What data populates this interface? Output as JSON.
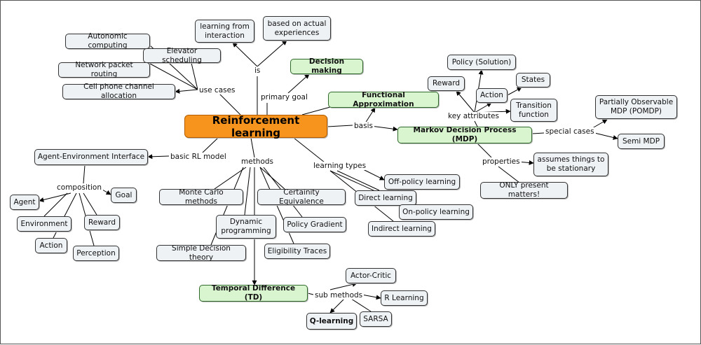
{
  "root": "Reinforcement learning",
  "nodes": {
    "learning_from_interaction": "learning from interaction",
    "based_on_actual_experiences": "based on actual experiences",
    "autonomic_computing": "Autonomic computing",
    "elevator_scheduling": "Elevator scheduling",
    "network_packet_routing": "Network packet routing",
    "cell_phone_channel_allocation": "Cell phone channel allocation",
    "decision_making": "Decision making",
    "functional_approximation": "Functional Approximation",
    "policy_solution": "Policy (Solution)",
    "reward_mdp": "Reward",
    "action_mdp": "Action",
    "states": "States",
    "transition_function": "Transition function",
    "pomdp": "Partially Observable MDP (POMDP)",
    "mdp": "Markov Decision Process (MDP)",
    "semi_mdp": "Semi MDP",
    "assumes_stationary": "assumes things to be stationary",
    "only_present": "ONLY present matters!",
    "agent_env_interface": "Agent-Environment Interface",
    "agent": "Agent",
    "goal": "Goal",
    "environment": "Environment",
    "reward_ae": "Reward",
    "action_ae": "Action",
    "perception": "Perception",
    "monte_carlo": "Monte Carlo methods",
    "dynamic_programming": "Dynamic programming",
    "simple_decision_theory": "Simple Decision theory",
    "certainty_equivalence": "Certainity Equivalence",
    "policy_gradient": "Policy Gradient",
    "eligibility_traces": "Eligibility Traces",
    "off_policy": "Off-policy learning",
    "direct_learning": "Direct learning",
    "on_policy": "On-policy learning",
    "indirect_learning": "Indirect learning",
    "temporal_difference": "Temporal Difference (TD)",
    "actor_critic": "Actor-Critic",
    "r_learning": "R Learning",
    "q_learning": "Q-learning",
    "sarsa": "SARSA"
  },
  "labels": {
    "is": "is",
    "use_cases": "use cases",
    "primary_goal": "primary goal",
    "key_attributes": "key attributes",
    "basis": "basis",
    "special_cases": "special cases",
    "properties": "properties",
    "basic_rl_model": "basic RL model",
    "composition": "composition",
    "methods": "methods",
    "learning_types": "learning types",
    "sub_methods": "sub methods"
  }
}
